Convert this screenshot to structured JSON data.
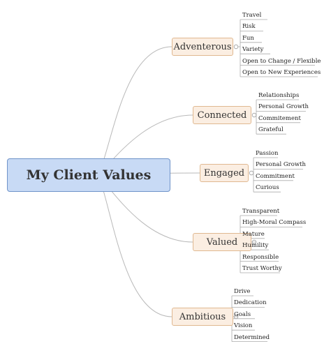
{
  "root": {
    "label": "My Client Values"
  },
  "branches": [
    {
      "label": "Adventerous",
      "items": [
        "Travel",
        "Risk",
        "Fun",
        "Variety",
        "Open to Change / Flexible",
        "Open to New Experiences"
      ]
    },
    {
      "label": "Connected",
      "items": [
        "Relationships",
        "Personal Growth",
        "Commitement",
        "Grateful"
      ]
    },
    {
      "label": "Engaged",
      "items": [
        "Passion",
        "Personal Growth",
        "Commitment",
        "Curious"
      ]
    },
    {
      "label": "Valued",
      "items": [
        "Transparent",
        "High-Moral Compass",
        "Mature",
        "Humility",
        "Responsible",
        "Trust Worthy"
      ]
    },
    {
      "label": "Ambitious",
      "items": [
        "Drive",
        "Dedication",
        "Goals",
        "Vision",
        "Determined"
      ]
    }
  ]
}
